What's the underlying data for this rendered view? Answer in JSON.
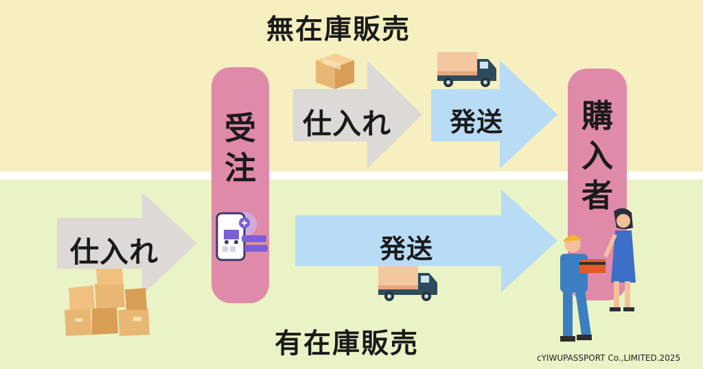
{
  "titles": {
    "top": "無在庫販売",
    "bottom": "有在庫販売"
  },
  "pills": {
    "order": "受注",
    "buyer": "購入者"
  },
  "arrows": {
    "top_purchase": "仕入れ",
    "top_ship": "発送",
    "bottom_ship": "発送",
    "bottom_purchase": "仕入れ"
  },
  "footer": {
    "copyright": "cYIWUPASSPORT Co.,LIMITED.2025"
  },
  "colors": {
    "top_band": "#f6efc0",
    "bottom_band": "#eaf3c6",
    "pill": "#e08aaa",
    "gray_arrow": "#dcd9d6",
    "blue_arrow": "#b8dcf5"
  },
  "icons": [
    "cardboard-box-icon",
    "delivery-truck-icon",
    "smartphone-cart-icon",
    "box-stack-icon",
    "delivery-worker-icon",
    "customer-woman-icon"
  ]
}
